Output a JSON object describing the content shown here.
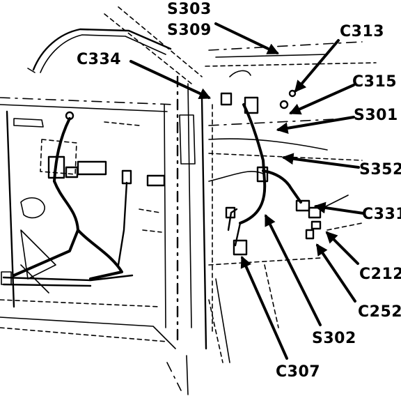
{
  "labels": {
    "s303": "S303",
    "s309": "S309",
    "c313": "C313",
    "c334": "C334",
    "c315": "C315",
    "s301": "S301",
    "s352": "S352",
    "c331": "C331",
    "c212": "C212",
    "c252": "C252",
    "s302": "S302",
    "c307": "C307"
  }
}
